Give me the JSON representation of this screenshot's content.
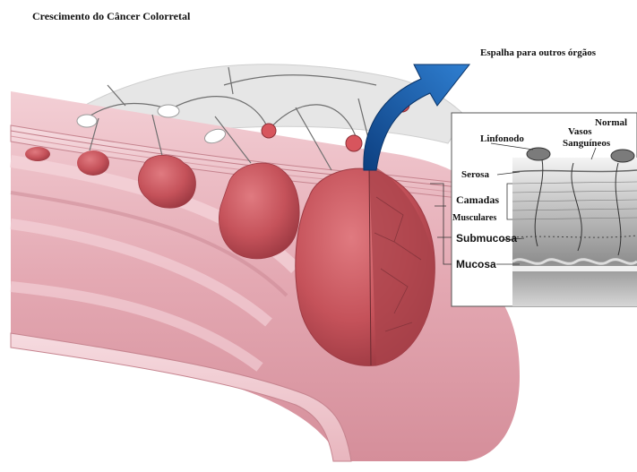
{
  "title": "Crescimento do Câncer Colorretal",
  "arrow_label": "Espalha para outros órgãos",
  "inset": {
    "normal": "Normal",
    "linfonodo": "Linfonodo",
    "vasos_line1": "Vasos",
    "vasos_line2": "Sanguíneos",
    "serosa": "Serosa",
    "camadas": "Camadas",
    "musculares": "Musculares",
    "submucosa": "Submucosa",
    "mucosa": "Mucosa"
  },
  "colors": {
    "tissue": "#e7b3bc",
    "tissue_dark": "#c97f8c",
    "tumor": "#c8535a",
    "tumor_dark": "#9e3b44",
    "arrow": "#1f5fa8",
    "inset_gray": "#9a9a9a"
  }
}
